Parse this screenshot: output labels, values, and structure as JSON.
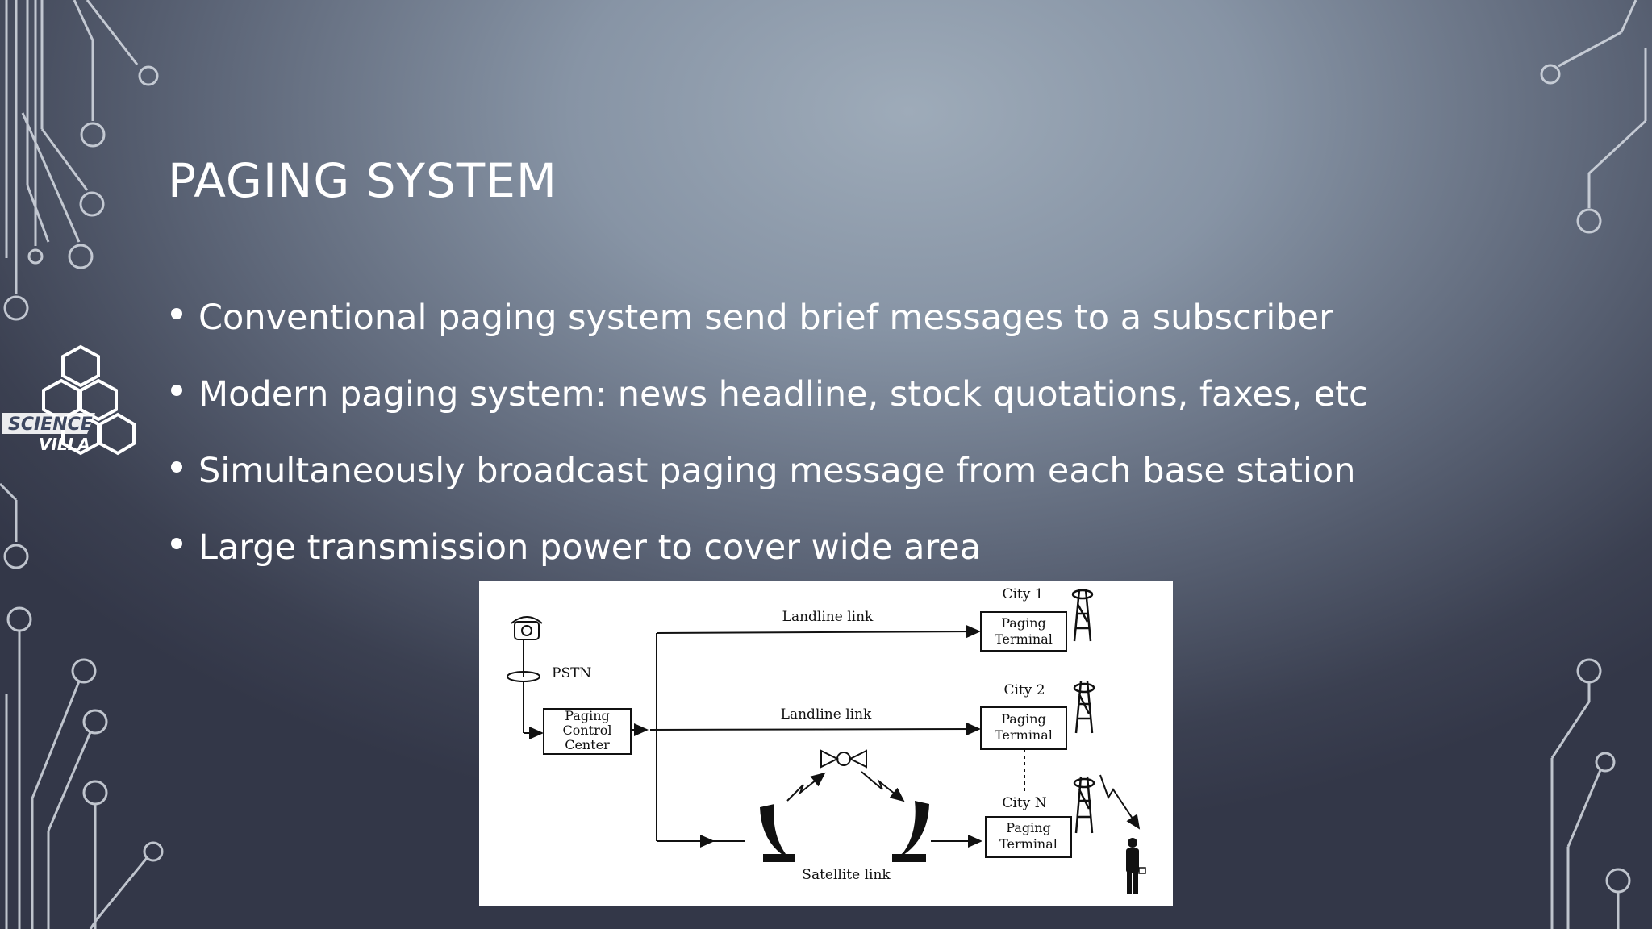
{
  "slide": {
    "title": "PAGING SYSTEM",
    "bullets": [
      "Conventional paging system send brief messages to a subscriber",
      "Modern paging system: news headline, stock quotations, faxes, etc",
      "Simultaneously broadcast paging message from each base station",
      "Large transmission power to cover wide area"
    ]
  },
  "logo": {
    "line1": "SCIENCE",
    "line2": "VILLA"
  },
  "diagram": {
    "pstn": "PSTN",
    "control_center": [
      "Paging",
      "Control",
      "Center"
    ],
    "landline_link_1": "Landline link",
    "landline_link_2": "Landline link",
    "satellite_link": "Satellite link",
    "city1": "City 1",
    "city2": "City 2",
    "cityN": "City N",
    "terminal": [
      "Paging",
      "Terminal"
    ]
  },
  "colors": {
    "text": "#ffffff",
    "circuit": "#d8dde5"
  }
}
